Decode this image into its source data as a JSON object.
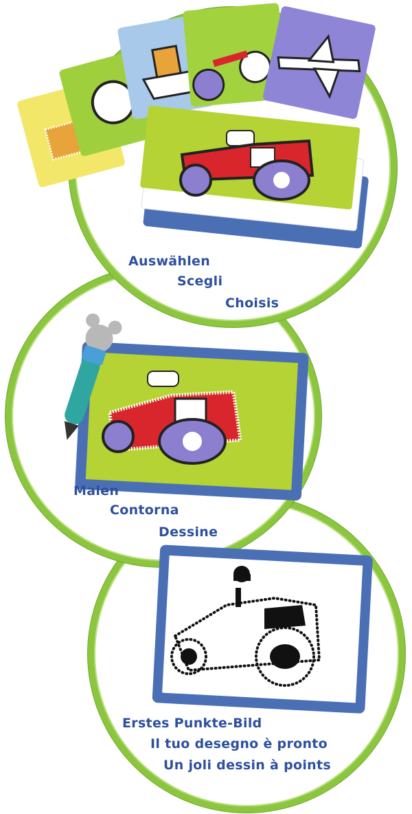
{
  "steps": [
    {
      "labels": [
        "Auswählen",
        "Scegli",
        "Choisis"
      ]
    },
    {
      "labels": [
        "Malen",
        "Contorna",
        "Dessine"
      ]
    },
    {
      "labels": [
        "Erstes Punkte-Bild",
        "Il tuo desegno è pronto",
        "Un joli dessin à points"
      ]
    }
  ],
  "colors": {
    "ring": "#8cc63f",
    "text": "#2d4f9e",
    "tray": "#4a6fb5",
    "card_green": "#b5d334",
    "tractor_red": "#d9262c",
    "wheel_purple": "#8d7fd0"
  }
}
